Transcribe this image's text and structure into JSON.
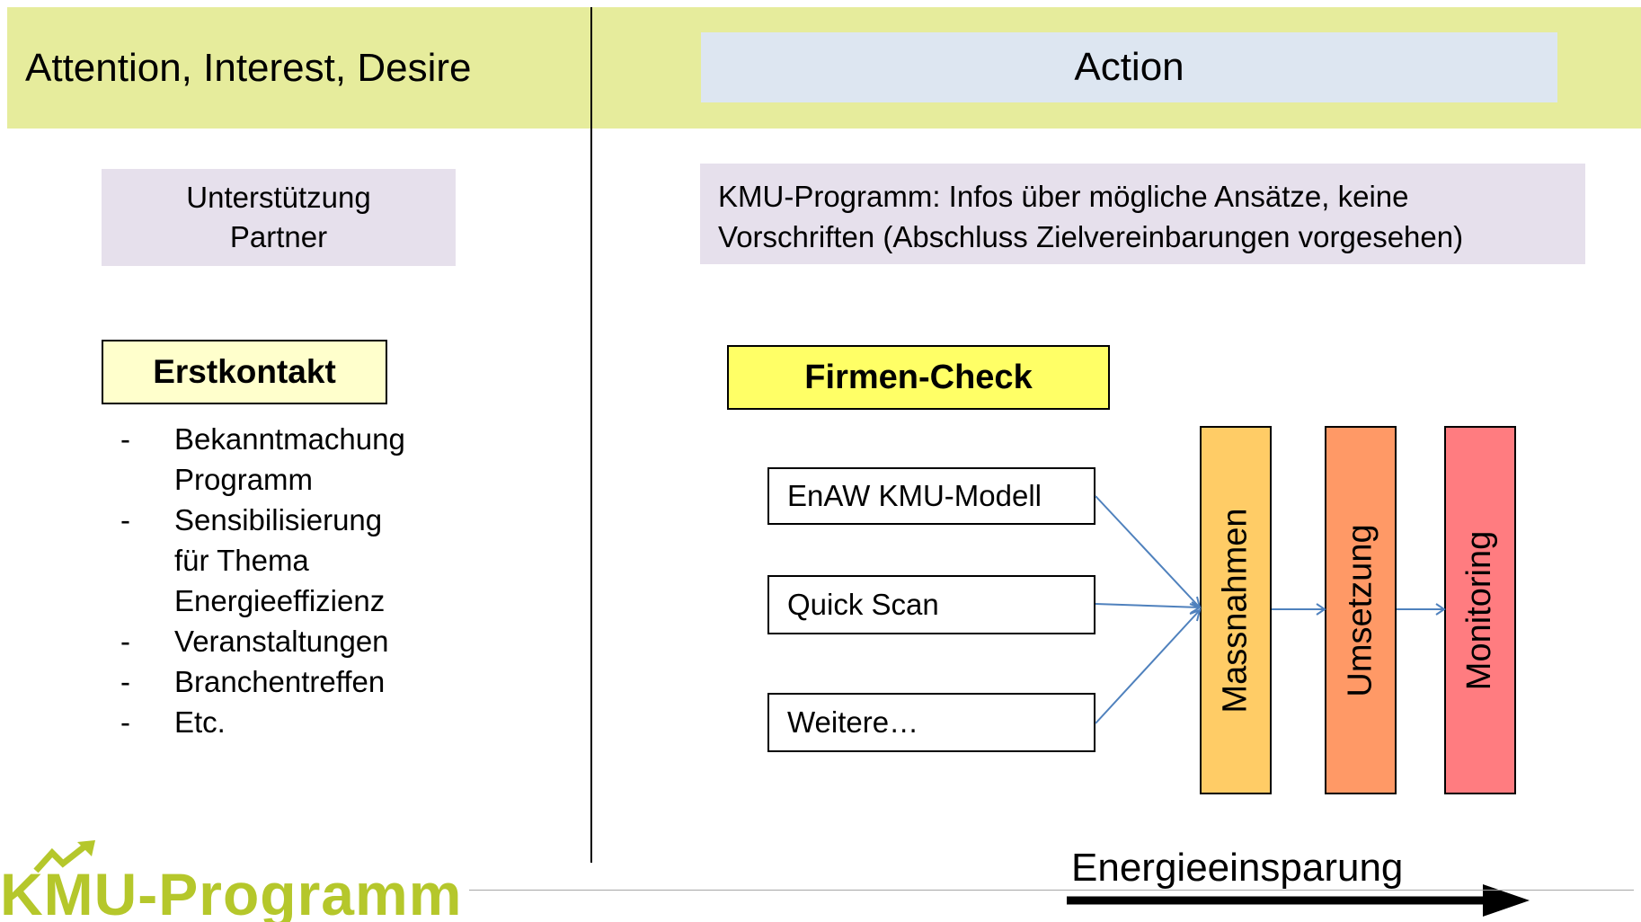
{
  "header": {
    "left_title": "Attention, Interest, Desire",
    "right_title": "Action"
  },
  "left_panel": {
    "support_lines": [
      "Unterstützung",
      "Partner"
    ],
    "first_contact": "Erstkontakt",
    "bullets": [
      [
        "Bekanntmachung",
        "Programm"
      ],
      [
        "Sensibilisierung",
        "für Thema",
        "Energieeffizienz"
      ],
      [
        "Veranstaltungen"
      ],
      [
        "Branchentreffen"
      ],
      [
        "Etc."
      ]
    ]
  },
  "right_panel": {
    "program_info_lines": [
      "KMU-Programm: Infos über mögliche Ansätze, keine",
      "Vorschriften (Abschluss Zielvereinbarungen vorgesehen)"
    ],
    "firmen_check": "Firmen-Check",
    "inputs": [
      "EnAW KMU-Modell",
      "Quick Scan",
      "Weitere…"
    ],
    "stages": [
      "Massnahmen",
      "Umsetzung",
      "Monitoring"
    ],
    "savings_label": "Energieeinsparung"
  },
  "logo": {
    "text": "KMU-Programm"
  },
  "colors": {
    "header_band": "#e6ec9c",
    "action_box": "#dde6f1",
    "info_box": "#e6e0ec",
    "first_contact": "#ffffcc",
    "firmen_check": "#ffff66",
    "massnahmen": "#ffcc66",
    "umsetzung": "#ff9966",
    "monitoring": "#ff7c80",
    "flow_arrow": "#4f81bd",
    "logo_green": "#b5c72b"
  }
}
